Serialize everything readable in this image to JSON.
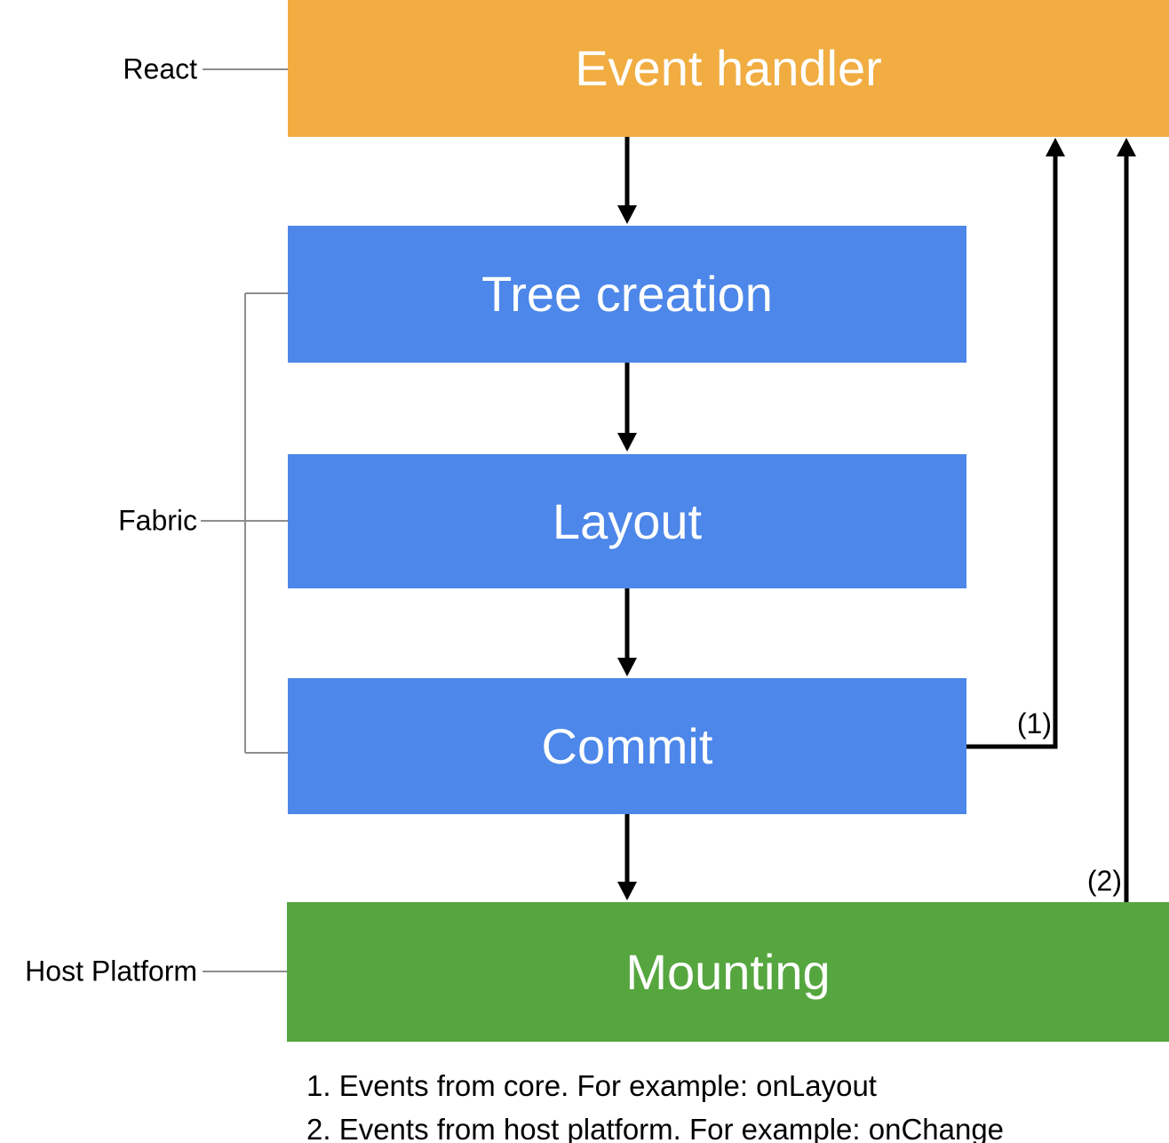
{
  "colors": {
    "orange": "#F1AD41",
    "blue": "#4C87E9",
    "green": "#55A63E",
    "arrow": "#000000",
    "connector": "#8E8E8E",
    "ink": "#000000",
    "box_text": "#FFFFFF"
  },
  "diagram": {
    "side_labels": {
      "react": "React",
      "fabric": "Fabric",
      "host_platform": "Host Platform"
    },
    "boxes": {
      "event_handler": "Event handler",
      "tree_creation": "Tree creation",
      "layout": "Layout",
      "commit": "Commit",
      "mounting": "Mounting"
    },
    "arrow_labels": {
      "one": "(1)",
      "two": "(2)"
    },
    "footnotes": [
      "1. Events from core. For example: onLayout",
      "2. Events from host platform. For example: onChange"
    ]
  }
}
